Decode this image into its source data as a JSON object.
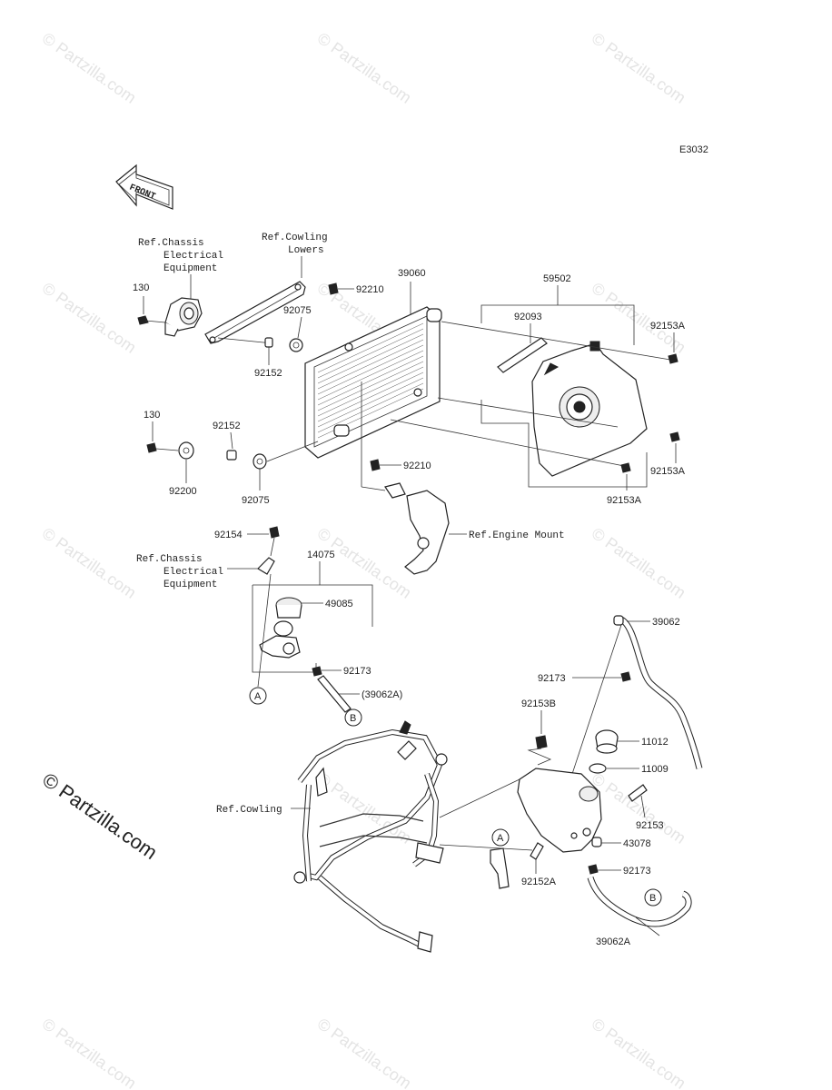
{
  "diagram_code": "E3032",
  "front_label": "FRONT",
  "watermark": "© Partzilla.com",
  "refs": {
    "chassis_1": [
      "Ref.Chassis",
      "Electrical",
      "Equipment"
    ],
    "cowling_lowers": [
      "Ref.Cowling",
      "Lowers"
    ],
    "engine_mount": "Ref.Engine Mount",
    "chassis_2": [
      "Ref.Chassis",
      "Electrical",
      "Equipment"
    ],
    "cowling": "Ref.Cowling"
  },
  "parts": {
    "p130a": "130",
    "p92152a": "92152",
    "p92075a": "92075",
    "p92210a": "92210",
    "p39060": "39060",
    "p59502": "59502",
    "p92093": "92093",
    "p92153A_1": "92153A",
    "p92153A_2": "92153A",
    "p92153A_3": "92153A",
    "p130b": "130",
    "p92152b": "92152",
    "p92200": "92200",
    "p92075b": "92075",
    "p92210b": "92210",
    "p92154": "92154",
    "p14075": "14075",
    "p49085": "49085",
    "p92173a": "92173",
    "p39062A_paren": "(39062A)",
    "p39062": "39062",
    "p92173b": "92173",
    "p92153B": "92153B",
    "p11012": "11012",
    "p11009": "11009",
    "p92153": "92153",
    "p43078": "43078",
    "p92152A": "92152A",
    "p92173c": "92173",
    "p39062A": "39062A"
  },
  "markers": {
    "a": "A",
    "b": "B"
  }
}
